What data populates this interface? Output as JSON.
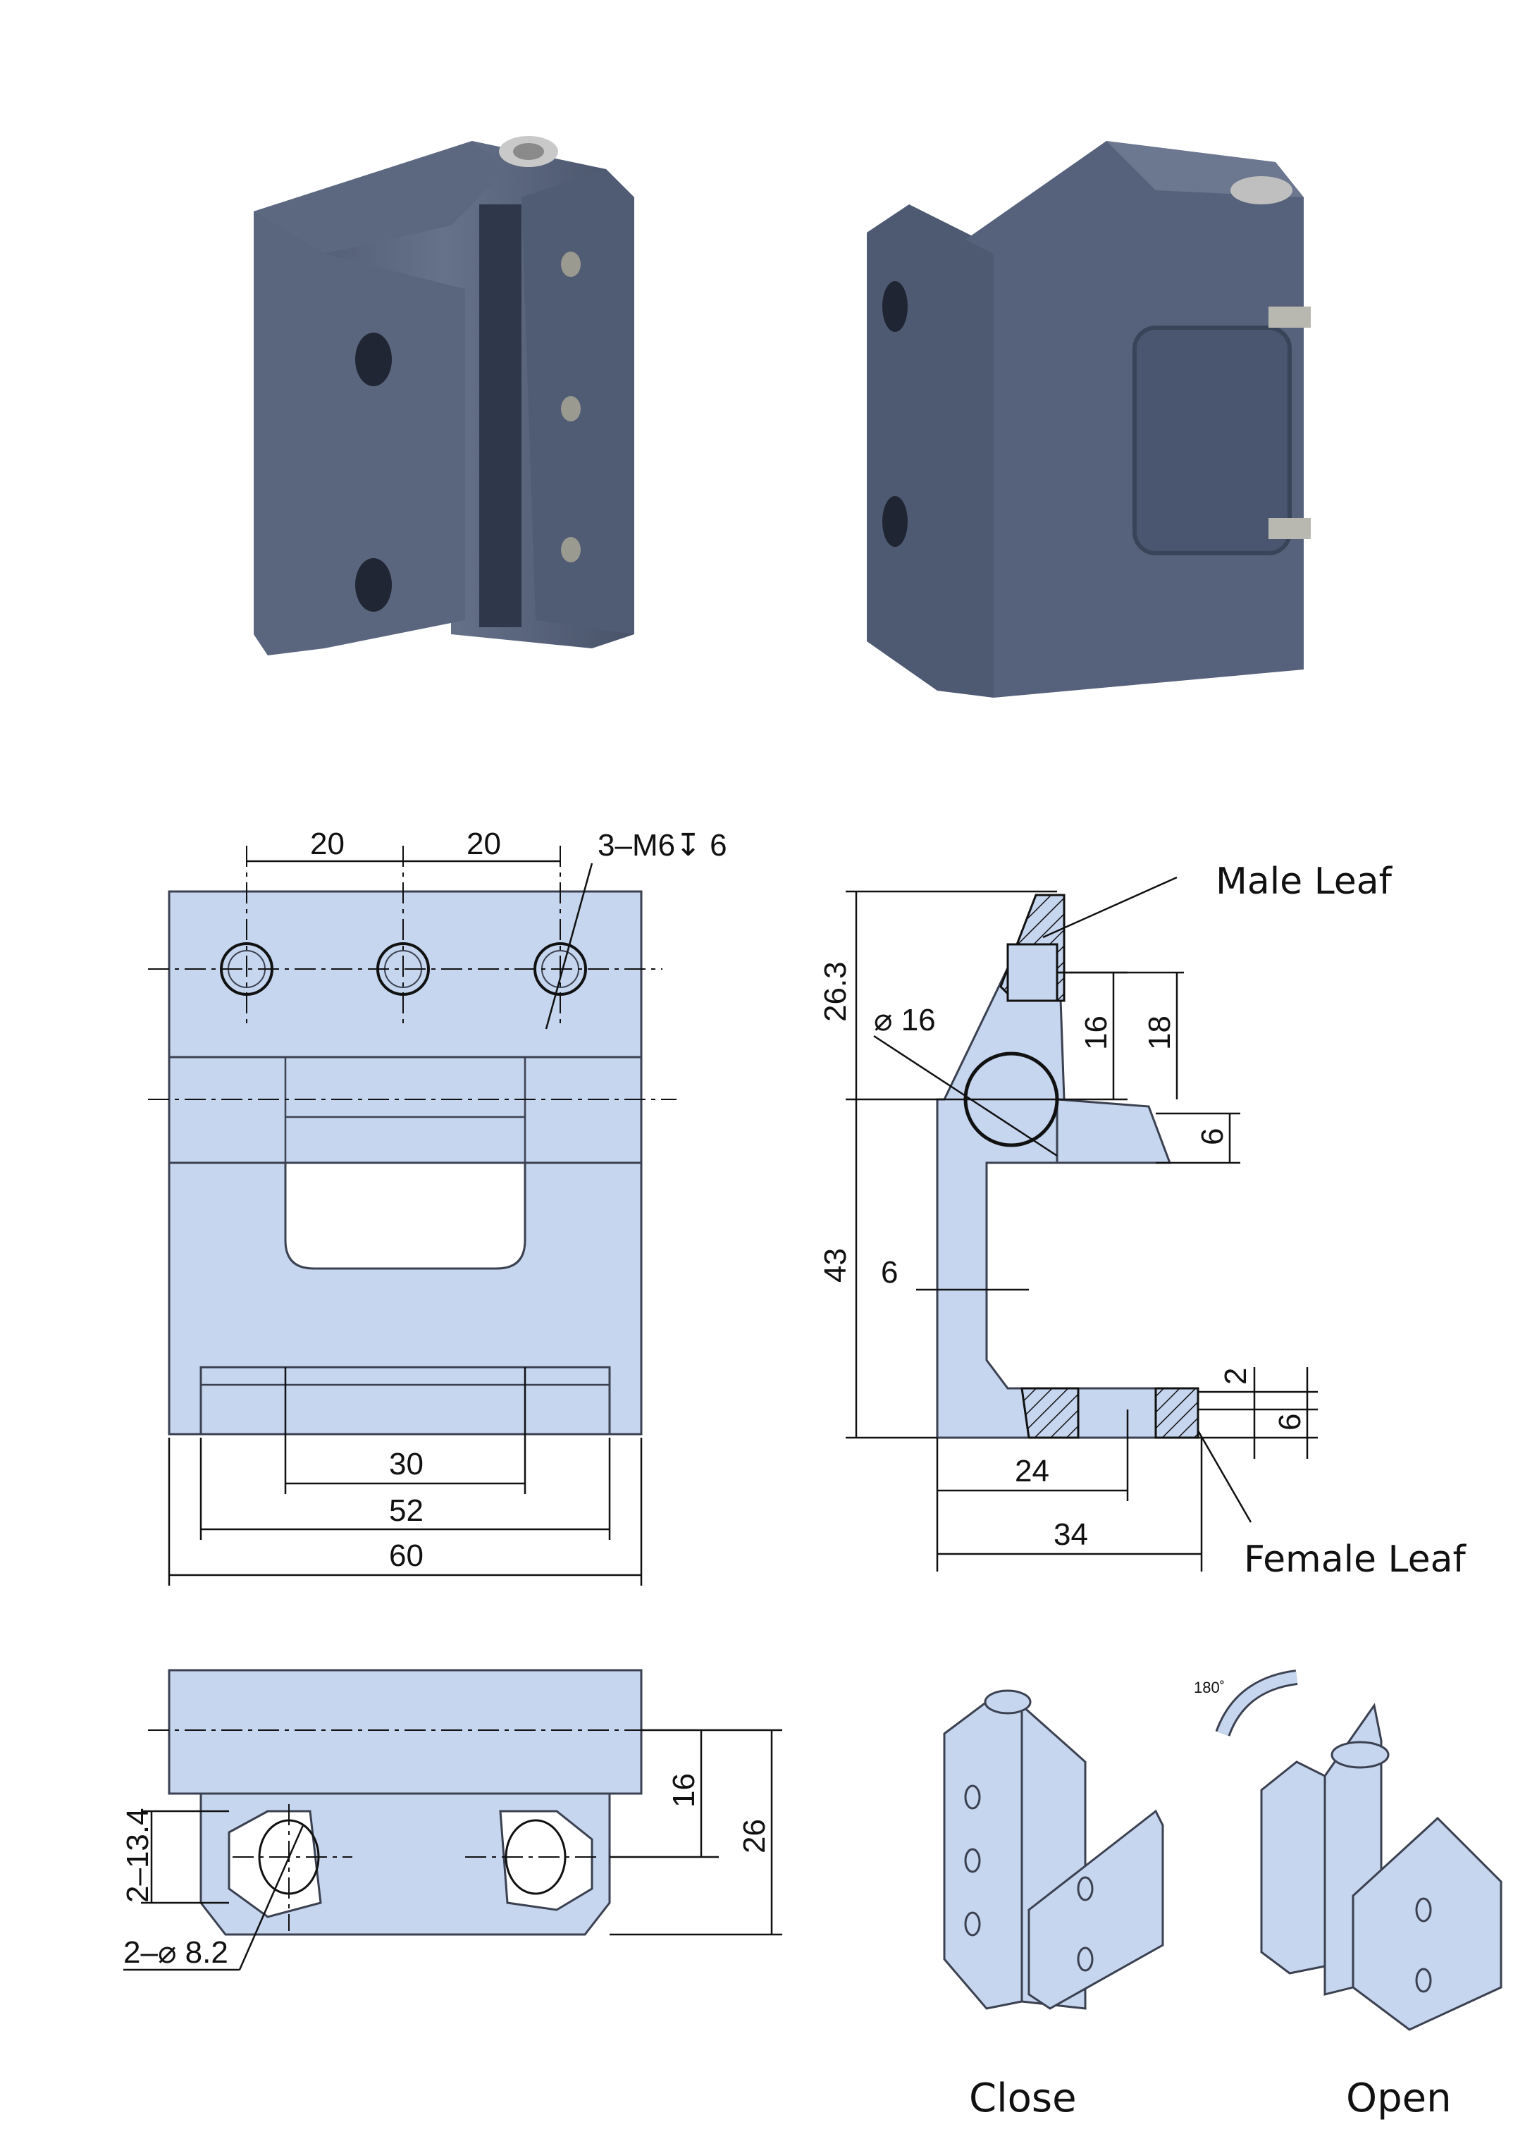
{
  "colors": {
    "part_fill": "#c6d6ef",
    "part_stroke": "#3b4150",
    "photo_metal": "#56627a",
    "photo_dark": "#3d4760",
    "line": "#111111"
  },
  "front_view": {
    "dim_pitch_left": "20",
    "dim_pitch_right": "20",
    "thread_callout": "3–M6↧ 6",
    "dim_inner": "30",
    "dim_mid": "52",
    "dim_total": "60"
  },
  "side_view": {
    "dim_upper": "26.3",
    "dim_lower": "43",
    "diameter": "⌀ 16",
    "dim_16": "16",
    "dim_18": "18",
    "dim_6_tab": "6",
    "dim_wall": "6",
    "dim_2": "2",
    "dim_6_base": "6",
    "dim_24": "24",
    "dim_34": "34",
    "male_leaf": "Male Leaf",
    "female_leaf": "Female Leaf"
  },
  "top_view": {
    "dim_16": "16",
    "dim_26": "26",
    "dim_slot": "2–13.4",
    "hole_callout": "2–⌀ 8.2"
  },
  "iso_views": {
    "rotation": "180˚",
    "close_label": "Close",
    "open_label": "Open"
  }
}
